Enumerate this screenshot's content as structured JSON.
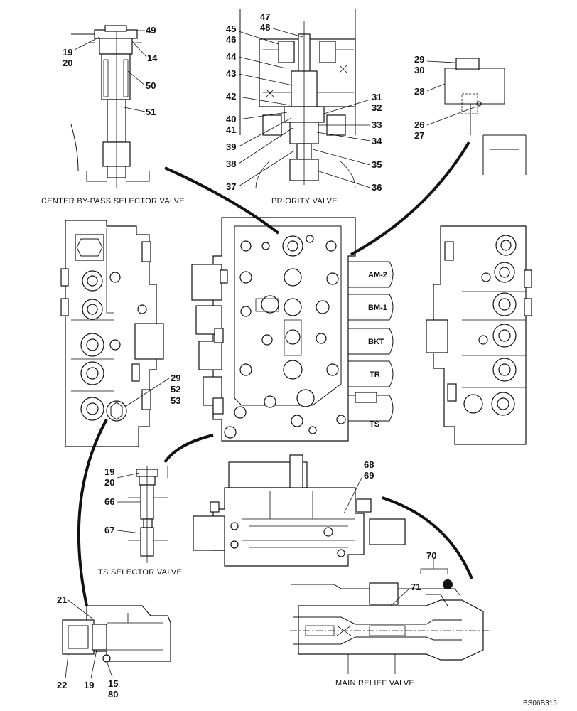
{
  "captions": {
    "center_bypass": "CENTER BY-PASS SELECTOR VALVE",
    "priority": "PRIORITY VALVE",
    "ts_selector": "TS SELECTOR VALVE",
    "main_relief": "MAIN RELIEF VALVE"
  },
  "section_tags": [
    "AM-2",
    "BM-1",
    "BKT",
    "TR",
    "TS"
  ],
  "drawing_code": "BS06B315",
  "callouts": {
    "cb_49": "49",
    "cb_19": "19",
    "cb_20": "20",
    "cb_14": "14",
    "cb_50": "50",
    "cb_51": "51",
    "pv_47": "47",
    "pv_48": "48",
    "pv_45": "45",
    "pv_46": "46",
    "pv_44": "44",
    "pv_43": "43",
    "pv_42": "42",
    "pv_40": "40",
    "pv_41": "41",
    "pv_39": "39",
    "pv_38": "38",
    "pv_37": "37",
    "pv_31": "31",
    "pv_32": "32",
    "pv_33": "33",
    "pv_34": "34",
    "pv_35": "35",
    "pv_36": "36",
    "tr_29": "29",
    "tr_30": "30",
    "tr_28": "28",
    "tr_26": "26",
    "tr_27": "27",
    "lv_29": "29",
    "lv_52": "52",
    "lv_53": "53",
    "ts_19": "19",
    "ts_20": "20",
    "ts_66": "66",
    "ts_67": "67",
    "bv_68": "68",
    "bv_69": "69",
    "mr_70": "70",
    "mr_71": "71",
    "bl_21": "21",
    "bl_22": "22",
    "bl_19": "19",
    "bl_15": "15",
    "bl_80": "80"
  }
}
